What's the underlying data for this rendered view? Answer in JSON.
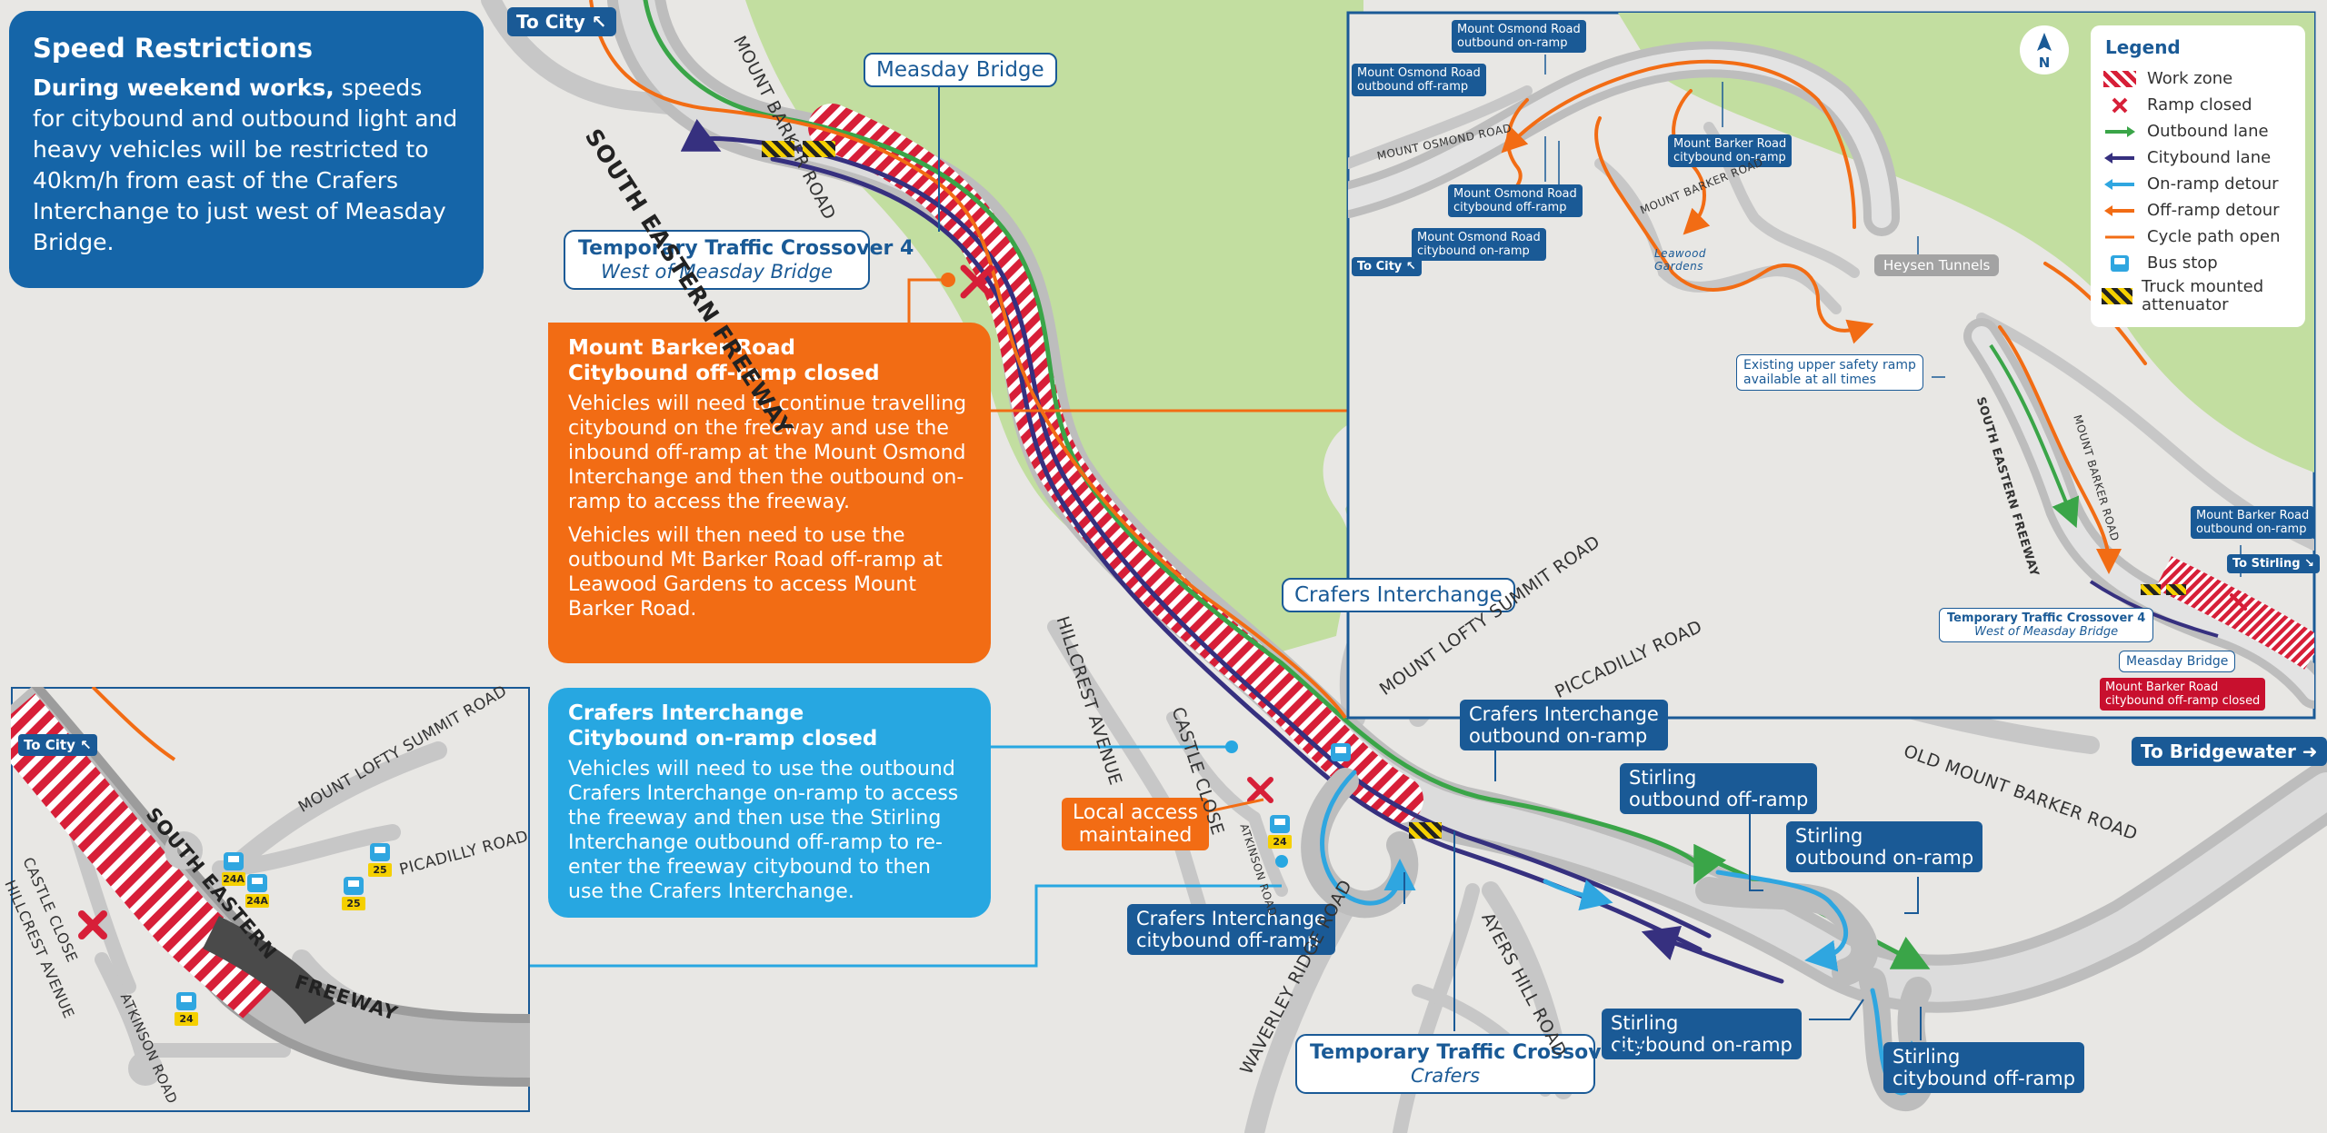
{
  "speed_panel": {
    "title": "Speed Restrictions",
    "lead": "During weekend works,",
    "text": " speeds for citybound and outbound light and heavy vehicles will be restricted to 40km/h from east of the Crafers Interchange to just west of Measday Bridge."
  },
  "mount_barker_panel": {
    "title_line1": "Mount Barker Road",
    "title_line2": "Citybound off-ramp closed",
    "para1": "Vehicles will need to continue travelling citybound on the freeway and use the inbound off-ramp at the Mount Osmond Interchange and then the outbound on-ramp to access the freeway.",
    "para2": "Vehicles will then need to use the outbound Mt Barker Road off-ramp at Leawood Gardens to access Mount Barker Road."
  },
  "crafers_panel": {
    "title_line1": "Crafers Interchange",
    "title_line2": "Citybound on-ramp closed",
    "para": "Vehicles will need to use the outbound Crafers Interchange on-ramp to access the freeway and then use the Stirling Interchange outbound off-ramp to re-enter the freeway citybound to then use the Crafers Interchange."
  },
  "main_labels": {
    "to_city": "To City",
    "measday_bridge": "Measday Bridge",
    "crossover4_title": "Temporary Traffic Crossover 4",
    "crossover4_sub": "West of Measday Bridge",
    "crafers_interchange": "Crafers Interchange",
    "crafers_out_on_1": "Crafers Interchange",
    "crafers_out_on_2": "outbound on-ramp",
    "crafers_city_off_1": "Crafers Interchange",
    "crafers_city_off_2": "citybound off-ramp",
    "stirling_out_off_1": "Stirling",
    "stirling_out_off_2": "outbound off-ramp",
    "stirling_out_on_1": "Stirling",
    "stirling_out_on_2": "outbound on-ramp",
    "stirling_city_on_1": "Stirling",
    "stirling_city_on_2": "citybound on-ramp",
    "stirling_city_off_1": "Stirling",
    "stirling_city_off_2": "citybound off-ramp",
    "crossover5_title": "Temporary Traffic Crossover 5",
    "crossover5_sub": "Crafers",
    "local_access_1": "Local access",
    "local_access_2": "maintained",
    "to_bridgewater": "To Bridgewater"
  },
  "roads": {
    "mount_barker_road": "MOUNT BARKER ROAD",
    "south_eastern_freeway": "SOUTH EASTERN FREEWAY",
    "hillcrest_avenue": "HILLCREST AVENUE",
    "castle_close": "CASTLE CLOSE",
    "atkinson_road": "ATKINSON ROAD",
    "mount_lofty_summit_road": "MOUNT LOFTY SUMMIT ROAD",
    "piccadilly_road": "PICCADILLY ROAD",
    "old_mount_barker_road": "OLD MOUNT BARKER ROAD",
    "ayers_hill_road": "AYERS HILL ROAD",
    "waverley_ridge_road": "WAVERLEY RIDGE ROAD"
  },
  "inset_crafers": {
    "to_city": "To City",
    "south_eastern": "SOUTH EASTERN",
    "freeway": "FREEWAY",
    "mount_lofty_summit_road": "MOUNT LOFTY SUMMIT ROAD",
    "picadilly_road": "PICADILLY ROAD",
    "castle_close": "CASTLE CLOSE",
    "hillcrest_avenue": "HILLCREST AVENUE",
    "atkinson_road": "ATKINSON ROAD",
    "bus_routes": [
      "24A",
      "24A",
      "25",
      "25",
      "24"
    ]
  },
  "inset_overview": {
    "mo_out_on_1": "Mount Osmond Road",
    "mo_out_on_2": "outbound on-ramp",
    "mo_out_off_1": "Mount Osmond Road",
    "mo_out_off_2": "outbound off-ramp",
    "mo_city_off_1": "Mount Osmond Road",
    "mo_city_off_2": "citybound off-ramp",
    "mo_city_on_1": "Mount Osmond Road",
    "mo_city_on_2": "citybound on-ramp",
    "mb_city_on_1": "Mount Barker Road",
    "mb_city_on_2": "citybound on-ramp",
    "mount_osmond_road": "MOUNT OSMOND ROAD",
    "mount_barker_road": "MOUNT BARKER ROAD",
    "mount_barker_road_2": "MOUNT BARKER ROAD",
    "leawood_1": "Leawood",
    "leawood_2": "Gardens",
    "to_city": "To City",
    "heysen_tunnels": "Heysen Tunnels",
    "upper_safety_1": "Existing upper safety ramp",
    "upper_safety_2": "available at all times",
    "south_eastern_freeway": "SOUTH EASTERN FREEWAY",
    "mb_out_on_1": "Mount Barker Road",
    "mb_out_on_2": "outbound on-ramp",
    "to_stirling": "To Stirling",
    "crossover4_title": "Temporary Traffic Crossover 4",
    "crossover4_sub": "West of Measday Bridge",
    "measday_bridge": "Measday Bridge",
    "mb_city_off_closed_1": "Mount Barker Road",
    "mb_city_off_closed_2": "citybound off-ramp closed"
  },
  "legend": {
    "title": "Legend",
    "items": [
      {
        "label": "Work zone",
        "icon": "hatch-icon"
      },
      {
        "label": "Ramp closed",
        "icon": "red-cross-icon"
      },
      {
        "label": "Outbound lane",
        "icon": "green-arrow-icon"
      },
      {
        "label": "Citybound lane",
        "icon": "navy-arrow-icon"
      },
      {
        "label": "On-ramp detour",
        "icon": "light-blue-arrow-icon"
      },
      {
        "label": "Off-ramp detour",
        "icon": "orange-arrow-icon"
      },
      {
        "label": "Cycle path open",
        "icon": "orange-line-icon"
      },
      {
        "label": "Bus stop",
        "icon": "bus-stop-icon"
      },
      {
        "label": "Truck mounted attenuator",
        "icon": "tma-icon"
      }
    ],
    "north": "N"
  },
  "colors": {
    "navy": "#1a5a96",
    "speed_blue": "#1565a8",
    "orange": "#f26c14",
    "light_blue": "#27a7e1",
    "green_space": "#bfdc9a",
    "work_red": "#d71f38",
    "outbound_green": "#3aa548",
    "citybound_navy": "#36307f"
  }
}
